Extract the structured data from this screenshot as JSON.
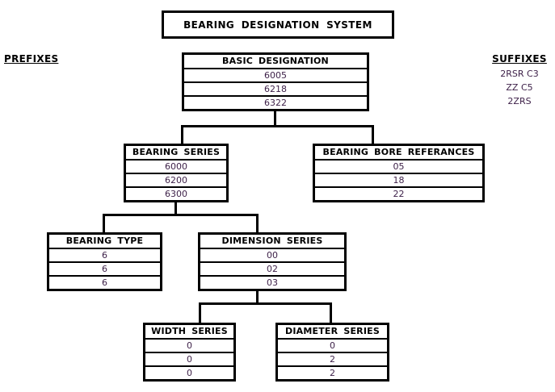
{
  "title": {
    "label": "BEARING DESIGNATION SYSTEM"
  },
  "prefixes": {
    "label": "PREFIXES"
  },
  "suffixes": {
    "label": "SUFFIXES",
    "items": [
      "2RSR C3",
      "ZZ C5",
      "2ZRS"
    ]
  },
  "colors": {
    "line": "#000000",
    "header_text": "#000000",
    "value_text": "#3c1f47",
    "background": "#ffffff"
  },
  "boxes": {
    "basic": {
      "title": "BASIC DESIGNATION",
      "rows": [
        "6005",
        "6218",
        "6322"
      ]
    },
    "bearing_series": {
      "title": "BEARING SERIES",
      "rows": [
        "6000",
        "6200",
        "6300"
      ]
    },
    "bore_referances": {
      "title": "BEARING BORE REFERANCES",
      "rows": [
        "05",
        "18",
        "22"
      ]
    },
    "bearing_type": {
      "title": "BEARING TYPE",
      "rows": [
        "6",
        "6",
        "6"
      ]
    },
    "dimension_series": {
      "title": "DIMENSION SERIES",
      "rows": [
        "00",
        "02",
        "03"
      ]
    },
    "width_series": {
      "title": "WIDTH SERIES",
      "rows": [
        "0",
        "0",
        "0"
      ]
    },
    "diameter_series": {
      "title": "DIAMETER SERIES",
      "rows": [
        "0",
        "2",
        "2"
      ]
    }
  },
  "hierarchy": {
    "root": "BASIC DESIGNATION",
    "edges": [
      [
        "BASIC DESIGNATION",
        "BEARING SERIES"
      ],
      [
        "BASIC DESIGNATION",
        "BEARING BORE REFERANCES"
      ],
      [
        "BEARING SERIES",
        "BEARING TYPE"
      ],
      [
        "BEARING SERIES",
        "DIMENSION SERIES"
      ],
      [
        "DIMENSION SERIES",
        "WIDTH SERIES"
      ],
      [
        "DIMENSION SERIES",
        "DIAMETER SERIES"
      ]
    ]
  }
}
